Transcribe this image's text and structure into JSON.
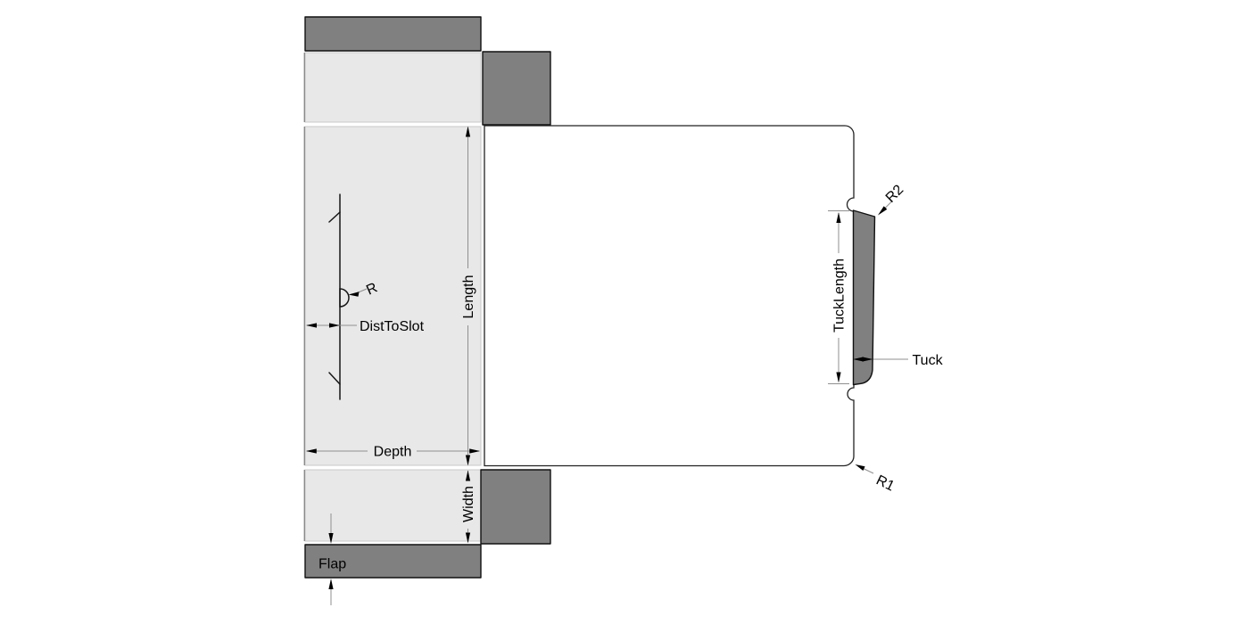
{
  "diagram": {
    "type": "carton-tuck-box-dieline",
    "dimension_labels": {
      "length": "Length",
      "width": "Width",
      "depth": "Depth",
      "flap": "Flap",
      "dist_to_slot": "DistToSlot",
      "slot_radius": "R",
      "bottom_corner_radius": "R1",
      "tuck_corner_radius": "R2",
      "tuck_length": "TuckLength",
      "tuck": "Tuck"
    },
    "colors": {
      "background": "#ffffff",
      "panel_fill": "#e8e8e8",
      "flap_fill": "#808080",
      "cut_outline": "#222222",
      "dimension_line": "#8f8f8f",
      "label_text": "#000000",
      "slot_notch_fill": "#ffffff"
    }
  }
}
